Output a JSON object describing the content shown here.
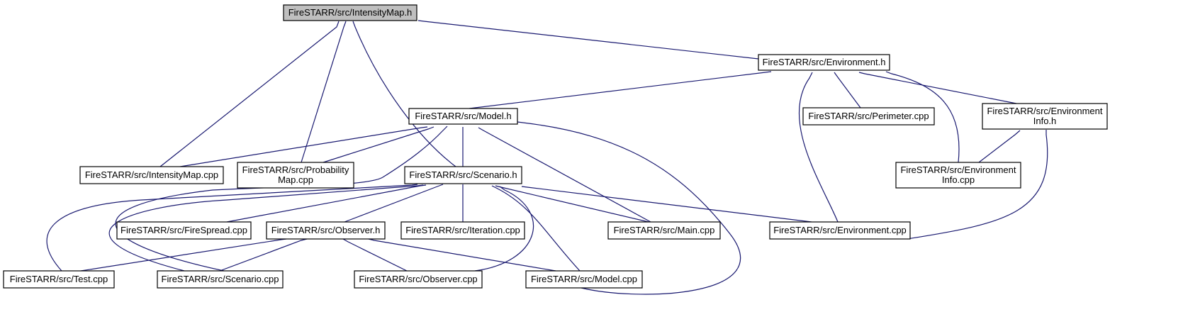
{
  "diagram": {
    "type": "include-dependency-graph",
    "nodes": [
      {
        "id": "intensitymap_h",
        "lines": [
          "FireSTARR/src/IntensityMap.h"
        ],
        "root": true
      },
      {
        "id": "environment_h",
        "lines": [
          "FireSTARR/src/Environment.h"
        ]
      },
      {
        "id": "model_h",
        "lines": [
          "FireSTARR/src/Model.h"
        ]
      },
      {
        "id": "perimeter_cpp",
        "lines": [
          "FireSTARR/src/Perimeter.cpp"
        ]
      },
      {
        "id": "environmentinfo_h",
        "lines": [
          "FireSTARR/src/Environment",
          "Info.h"
        ]
      },
      {
        "id": "intensitymap_cpp",
        "lines": [
          "FireSTARR/src/IntensityMap.cpp"
        ]
      },
      {
        "id": "probabilitymap_cpp",
        "lines": [
          "FireSTARR/src/Probability",
          "Map.cpp"
        ]
      },
      {
        "id": "scenario_h",
        "lines": [
          "FireSTARR/src/Scenario.h"
        ]
      },
      {
        "id": "environmentinfo_cpp",
        "lines": [
          "FireSTARR/src/Environment",
          "Info.cpp"
        ]
      },
      {
        "id": "firespread_cpp",
        "lines": [
          "FireSTARR/src/FireSpread.cpp"
        ]
      },
      {
        "id": "observer_h",
        "lines": [
          "FireSTARR/src/Observer.h"
        ]
      },
      {
        "id": "iteration_cpp",
        "lines": [
          "FireSTARR/src/Iteration.cpp"
        ]
      },
      {
        "id": "main_cpp",
        "lines": [
          "FireSTARR/src/Main.cpp"
        ]
      },
      {
        "id": "environment_cpp",
        "lines": [
          "FireSTARR/src/Environment.cpp"
        ]
      },
      {
        "id": "test_cpp",
        "lines": [
          "FireSTARR/src/Test.cpp"
        ]
      },
      {
        "id": "scenario_cpp",
        "lines": [
          "FireSTARR/src/Scenario.cpp"
        ]
      },
      {
        "id": "observer_cpp",
        "lines": [
          "FireSTARR/src/Observer.cpp"
        ]
      },
      {
        "id": "model_cpp",
        "lines": [
          "FireSTARR/src/Model.cpp"
        ]
      }
    ],
    "edges": [
      {
        "from": "intensitymap_cpp",
        "to": "intensitymap_h"
      },
      {
        "from": "probabilitymap_cpp",
        "to": "intensitymap_h"
      },
      {
        "from": "scenario_h",
        "to": "intensitymap_h"
      },
      {
        "from": "environment_h",
        "to": "intensitymap_h"
      },
      {
        "from": "model_h",
        "to": "environment_h"
      },
      {
        "from": "environment_cpp",
        "to": "environment_h"
      },
      {
        "from": "perimeter_cpp",
        "to": "environment_h"
      },
      {
        "from": "environmentinfo_h",
        "to": "environment_h"
      },
      {
        "from": "environmentinfo_cpp",
        "to": "environment_h"
      },
      {
        "from": "intensitymap_cpp",
        "to": "model_h"
      },
      {
        "from": "probabilitymap_cpp",
        "to": "model_h"
      },
      {
        "from": "scenario_cpp",
        "to": "model_h"
      },
      {
        "from": "scenario_h",
        "to": "model_h"
      },
      {
        "from": "main_cpp",
        "to": "model_h"
      },
      {
        "from": "model_cpp",
        "to": "model_h"
      },
      {
        "from": "environmentinfo_cpp",
        "to": "environmentinfo_h"
      },
      {
        "from": "environment_cpp",
        "to": "environmentinfo_h"
      },
      {
        "from": "test_cpp",
        "to": "scenario_h"
      },
      {
        "from": "scenario_cpp",
        "to": "scenario_h"
      },
      {
        "from": "firespread_cpp",
        "to": "scenario_h"
      },
      {
        "from": "observer_h",
        "to": "scenario_h"
      },
      {
        "from": "iteration_cpp",
        "to": "scenario_h"
      },
      {
        "from": "main_cpp",
        "to": "scenario_h"
      },
      {
        "from": "environment_cpp",
        "to": "scenario_h"
      },
      {
        "from": "observer_cpp",
        "to": "scenario_h"
      },
      {
        "from": "model_cpp",
        "to": "scenario_h"
      },
      {
        "from": "test_cpp",
        "to": "observer_h"
      },
      {
        "from": "scenario_cpp",
        "to": "observer_h"
      },
      {
        "from": "observer_cpp",
        "to": "observer_h"
      },
      {
        "from": "model_cpp",
        "to": "observer_h"
      }
    ]
  },
  "colors": {
    "edge": "#191970",
    "root_fill": "#bfbfbf",
    "node_fill": "#ffffff",
    "node_border": "#000000"
  }
}
